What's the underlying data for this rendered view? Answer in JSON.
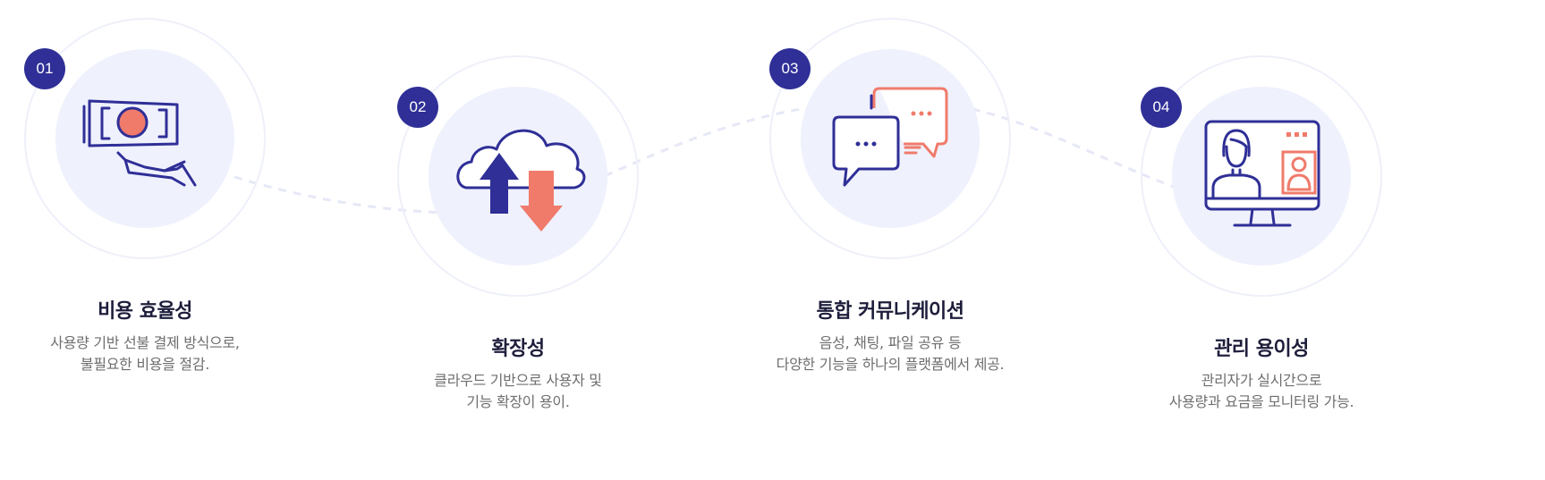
{
  "colors": {
    "primary": "#2f2f97",
    "accent": "#f07b6b",
    "disc": "#eff1fd"
  },
  "features": [
    {
      "number": "01",
      "title": "비용 효율성",
      "desc": [
        "사용량 기반 선불 결제 방식으로,",
        "불필요한 비용을 절감."
      ],
      "icon": "money-hand-icon"
    },
    {
      "number": "02",
      "title": "확장성",
      "desc": [
        "클라우드 기반으로 사용자 및",
        "기능 확장이 용이."
      ],
      "icon": "cloud-upload-download-icon"
    },
    {
      "number": "03",
      "title": "통합 커뮤니케이션",
      "desc": [
        "음성, 채팅, 파일 공유 등",
        "다양한 기능을 하나의 플랫폼에서 제공."
      ],
      "icon": "chat-bubbles-icon"
    },
    {
      "number": "04",
      "title": "관리 용이성",
      "desc": [
        "관리자가 실시간으로",
        "사용량과 요금을 모니터링 가능."
      ],
      "icon": "video-call-monitor-icon"
    }
  ]
}
